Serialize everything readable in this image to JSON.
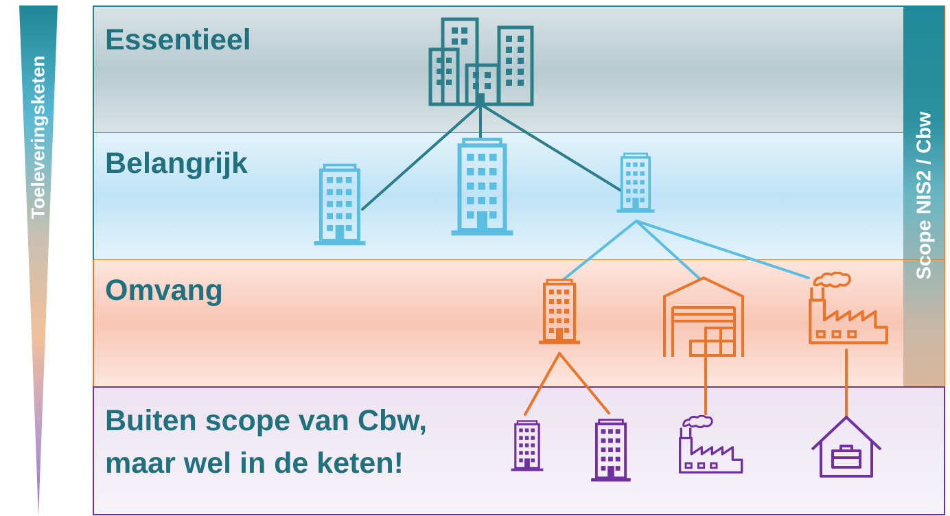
{
  "left_axis": {
    "label": "Toeleveringsketen"
  },
  "right_axis": {
    "label": "Scope NIS2 / Cbw"
  },
  "tiers": [
    {
      "label": "Essentieel"
    },
    {
      "label": "Belangrijk"
    },
    {
      "label": "Omvang"
    },
    {
      "label_line1": "Buiten scope van Cbw,",
      "label_line2": "maar wel in de keten!"
    }
  ],
  "icons": [
    "office-buildings-icon",
    "building-icon",
    "factory-icon",
    "warehouse-icon",
    "house-briefcase-icon"
  ],
  "colors": {
    "essentieel": "#2b7d8b",
    "belangrijk": "#5bbde0",
    "omvang": "#e8752a",
    "buiten_scope": "#7030a0",
    "label_text": "#20707e"
  }
}
